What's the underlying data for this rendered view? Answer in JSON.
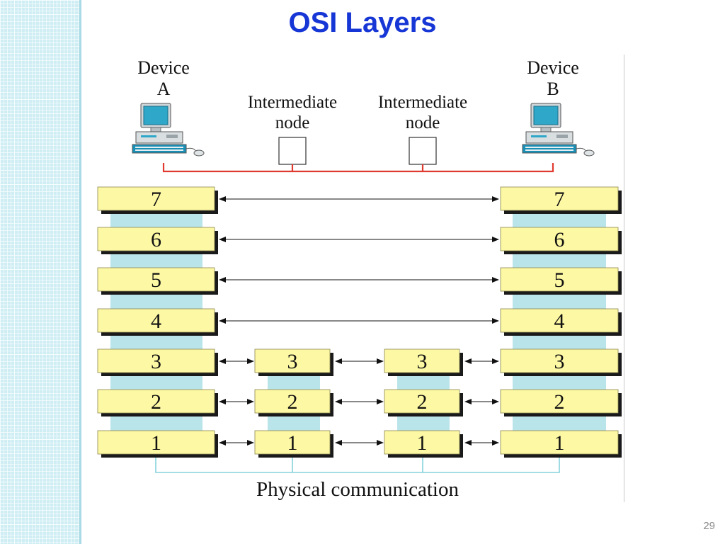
{
  "slide": {
    "title": "OSI Layers",
    "page_number": "29"
  },
  "diagram": {
    "device_a": {
      "line1": "Device",
      "line2": "A"
    },
    "device_b": {
      "line1": "Device",
      "line2": "B"
    },
    "node_1": {
      "line1": "Intermediate",
      "line2": "node"
    },
    "node_2": {
      "line1": "Intermediate",
      "line2": "node"
    },
    "device_layers": [
      "7",
      "6",
      "5",
      "4",
      "3",
      "2",
      "1"
    ],
    "node_layers": [
      "3",
      "2",
      "1"
    ],
    "physical_label": "Physical communication"
  },
  "colors": {
    "title": "#1636d6",
    "layer_box": "#fdf8a4",
    "layer_shadow": "#1a1a1a",
    "connector": "#b9e4ea",
    "network_line": "#e03a2e",
    "physical_line": "#86d2dc"
  }
}
